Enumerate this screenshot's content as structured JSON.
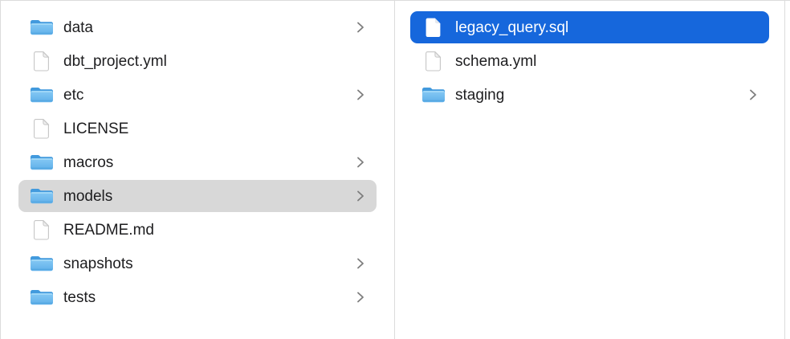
{
  "view": {
    "kind": "finder-column-browser"
  },
  "colors": {
    "selection_blue": "#1667dc",
    "selection_gray": "#d8d8d8",
    "divider": "#dcdcdc",
    "text": "#1d1d1f",
    "selected_text": "#ffffff",
    "folder_blue": "#5fb0ea",
    "chevron_gray": "#7d7d7d",
    "background": "#ffffff"
  },
  "icons": {
    "folder": "folder-icon",
    "file": "file-icon",
    "chevron": "chevron-right-icon"
  },
  "columns": [
    {
      "name": "parent-directory",
      "items": [
        {
          "label": "data",
          "type": "folder",
          "has_chevron": true,
          "selected": null
        },
        {
          "label": "dbt_project.yml",
          "type": "file",
          "has_chevron": false,
          "selected": null
        },
        {
          "label": "etc",
          "type": "folder",
          "has_chevron": true,
          "selected": null
        },
        {
          "label": "LICENSE",
          "type": "file",
          "has_chevron": false,
          "selected": null
        },
        {
          "label": "macros",
          "type": "folder",
          "has_chevron": true,
          "selected": null
        },
        {
          "label": "models",
          "type": "folder",
          "has_chevron": true,
          "selected": "gray"
        },
        {
          "label": "README.md",
          "type": "file",
          "has_chevron": false,
          "selected": null
        },
        {
          "label": "snapshots",
          "type": "folder",
          "has_chevron": true,
          "selected": null
        },
        {
          "label": "tests",
          "type": "folder",
          "has_chevron": true,
          "selected": null
        }
      ]
    },
    {
      "name": "models-directory",
      "items": [
        {
          "label": "legacy_query.sql",
          "type": "file",
          "has_chevron": false,
          "selected": "blue"
        },
        {
          "label": "schema.yml",
          "type": "file",
          "has_chevron": false,
          "selected": null
        },
        {
          "label": "staging",
          "type": "folder",
          "has_chevron": true,
          "selected": null
        }
      ]
    }
  ]
}
